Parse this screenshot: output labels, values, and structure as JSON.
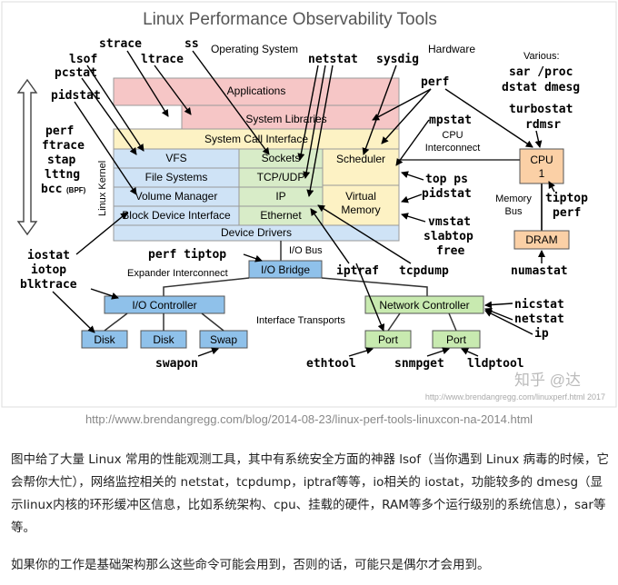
{
  "diagram": {
    "title": "Linux Performance Observability Tools",
    "header_os": "Operating System",
    "header_hw": "Hardware",
    "layers": {
      "applications": "Applications",
      "system_libraries": "System Libraries",
      "system_call_interface": "System Call Interface",
      "vfs": "VFS",
      "sockets": "Sockets",
      "scheduler": "Scheduler",
      "file_systems": "File Systems",
      "tcp_udp": "TCP/UDP",
      "volume_manager": "Volume Manager",
      "ip": "IP",
      "virtual_memory_1": "Virtual",
      "virtual_memory_2": "Memory",
      "block_device_interface": "Block Device Interface",
      "ethernet": "Ethernet",
      "device_drivers": "Device Drivers",
      "linux_kernel": "Linux Kernel"
    },
    "hardware": {
      "cpu_interconnect_1": "CPU",
      "cpu_interconnect_2": "Interconnect",
      "cpu_1": "CPU",
      "cpu_2": "1",
      "memory_bus_1": "Memory",
      "memory_bus_2": "Bus",
      "dram": "DRAM",
      "io_bus": "I/O Bus",
      "io_bridge": "I/O Bridge",
      "expander_interconnect": "Expander Interconnect",
      "io_controller": "I/O Controller",
      "disk_1": "Disk",
      "disk_2": "Disk",
      "swap": "Swap",
      "interface_transports": "Interface Transports",
      "network_controller": "Network Controller",
      "port_1": "Port",
      "port_2": "Port"
    },
    "tools": {
      "strace": "strace",
      "ss": "ss",
      "lsof": "lsof",
      "ltrace": "ltrace",
      "pcstat": "pcstat",
      "netstat_top": "netstat",
      "sysdig": "sysdig",
      "perf_top": "perf",
      "various": "Various:",
      "sar_proc": "sar /proc",
      "dstat_dmesg": "dstat dmesg",
      "turbostat": "turbostat",
      "rdmsr": "rdmsr",
      "pidstat_left": "pidstat",
      "mpstat": "mpstat",
      "perf_left": "perf",
      "ftrace": "ftrace",
      "stap": "stap",
      "lttng": "lttng",
      "bcc": "bcc",
      "bcc_note": "(BPF)",
      "top_ps": "top ps",
      "pidstat_right": "pidstat",
      "tiptop_right": "tiptop",
      "perf_right": "perf",
      "vmstat": "vmstat",
      "slabtop": "slabtop",
      "free": "free",
      "iostat": "iostat",
      "iotop": "iotop",
      "blktrace": "blktrace",
      "perf_tiptop": "perf tiptop",
      "numastat": "numastat",
      "iptraf": "iptraf",
      "tcpdump": "tcpdump",
      "nicstat": "nicstat",
      "netstat_bottom": "netstat",
      "ip": "ip",
      "swapon": "swapon",
      "ethtool": "ethtool",
      "snmpget": "snmpget",
      "lldptool": "lldptool"
    },
    "watermark": "知乎 @达",
    "credit": "http://www.brendangregg.com/linuxperf.html 2017"
  },
  "caption_url": "http://www.brendangregg.com/blog/2014-08-23/linux-perf-tools-linuxcon-na-2014.html",
  "paragraph_1": "图中给了大量 Linux 常用的性能观测工具，其中有系统安全方面的神器 lsof（当你遇到 Linux 病毒的时候，它会帮你大忙），网络监控相关的 netstat，tcpdump，iptraf等等，io相关的 iostat，功能较多的 dmesg（显示linux内核的环形缓冲区信息，比如系统架构、cpu、挂载的硬件，RAM等多个运行级别的系统信息），sar等等。",
  "paragraph_2": "如果你的工作是基础架构那么这些命令可能会用到，否则的话，可能只是偶尔才会用到。",
  "colors": {
    "applications": "#f6c6c6",
    "syscall": "#fdf2c4",
    "blue_layer": "#cfe3f6",
    "green_layer": "#d8ecc8",
    "scheduler": "#fdf2c4",
    "cpu": "#fbd0a6",
    "io_box": "#8fc1ea",
    "net_box": "#c8eab0"
  }
}
